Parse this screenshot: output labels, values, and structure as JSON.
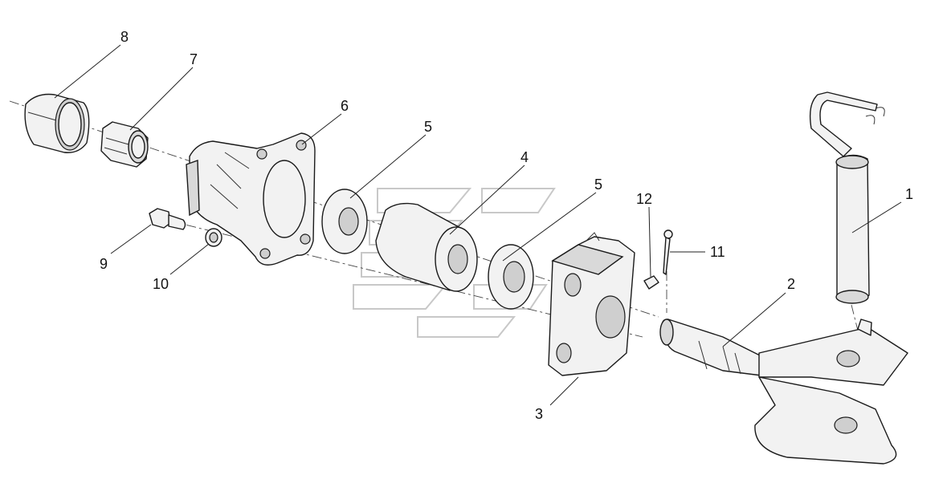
{
  "diagram": {
    "callouts": [
      {
        "id": "8",
        "label": "8"
      },
      {
        "id": "7",
        "label": "7"
      },
      {
        "id": "6",
        "label": "6"
      },
      {
        "id": "5a",
        "label": "5"
      },
      {
        "id": "4",
        "label": "4"
      },
      {
        "id": "5b",
        "label": "5"
      },
      {
        "id": "12",
        "label": "12"
      },
      {
        "id": "1",
        "label": "1"
      },
      {
        "id": "11",
        "label": "11"
      },
      {
        "id": "2",
        "label": "2"
      },
      {
        "id": "9",
        "label": "9"
      },
      {
        "id": "10",
        "label": "10"
      },
      {
        "id": "3",
        "label": "3"
      }
    ]
  }
}
